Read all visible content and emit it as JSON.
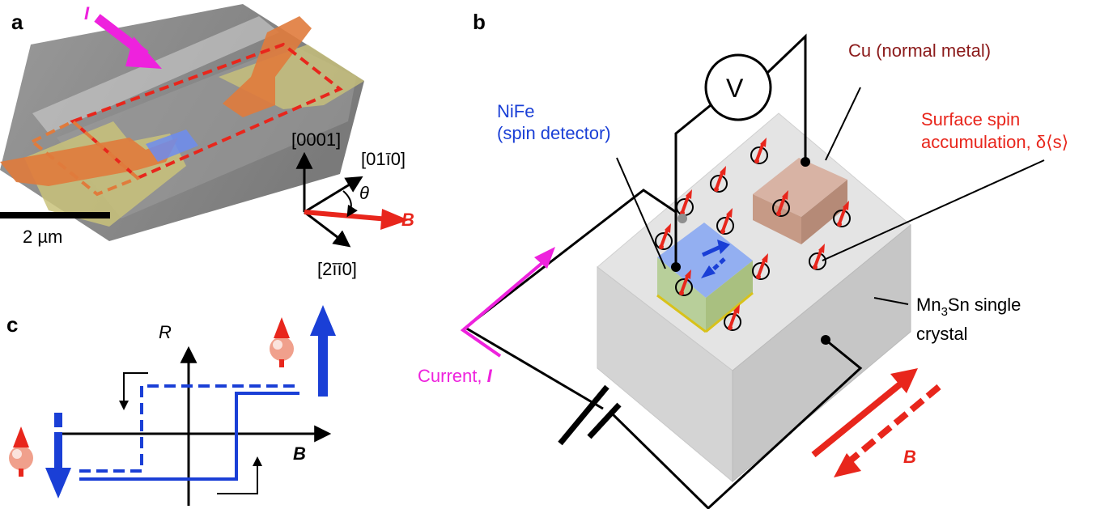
{
  "panels": {
    "a": {
      "letter": "a",
      "current_symbol": "I",
      "scale_bar": "2 µm",
      "axes": {
        "up": "[0001]",
        "diag": "[01ī0]",
        "down": "[2īī0]",
        "angle": "θ",
        "field": "B"
      }
    },
    "b": {
      "letter": "b",
      "voltmeter": "V",
      "cu_label": "Cu (normal metal)",
      "nife_line1": "NiFe",
      "nife_line2": "(spin detector)",
      "surface_line1": "Surface spin",
      "surface_line2": "accumulation, δ⟨s⟩",
      "crystal_line1": "Mn3Sn single",
      "crystal_line2": "crystal",
      "current_text": "Current, ",
      "current_symbol": "I",
      "field": "B"
    },
    "c": {
      "letter": "c",
      "y_axis": "R",
      "x_axis": "B"
    }
  },
  "colors": {
    "magenta": "#ee22dd",
    "red": "#e8261c",
    "blue": "#1a3fd6",
    "nife_blue": "#6c8cf0",
    "cu_brown": "#c69a86",
    "crystal_gray": "#dedede",
    "sem_gray": "#8f8f8f",
    "sem_yellow": "#c9c27a",
    "sem_orange": "#e07b3c"
  }
}
